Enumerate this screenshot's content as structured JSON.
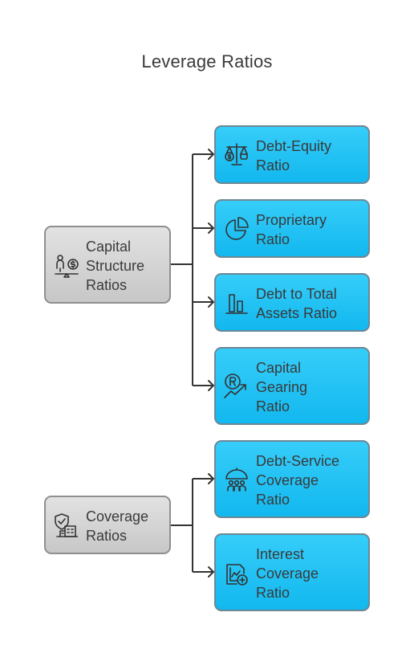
{
  "title": "Leverage Ratios",
  "groups": [
    {
      "label": "Capital\nStructure\nRatios",
      "icon": "person-coin-balance-icon",
      "children": [
        {
          "label": "Debt-Equity\nRatio",
          "icon": "scales-dollar-icon"
        },
        {
          "label": "Proprietary\nRatio",
          "icon": "pie-chart-icon"
        },
        {
          "label": "Debt to Total\nAssets Ratio",
          "icon": "bar-chart-icon"
        },
        {
          "label": "Capital\nGearing\nRatio",
          "icon": "registered-growth-icon"
        }
      ]
    },
    {
      "label": "Coverage\nRatios",
      "icon": "shield-building-icon",
      "children": [
        {
          "label": "Debt-Service\nCoverage\nRatio",
          "icon": "umbrella-people-icon"
        },
        {
          "label": "Interest\nCoverage\nRatio",
          "icon": "chart-document-plus-icon"
        }
      ]
    }
  ],
  "colors": {
    "parent_fill": "#d4d4d4",
    "child_fill": "#1fbff3",
    "line": "#333333"
  }
}
